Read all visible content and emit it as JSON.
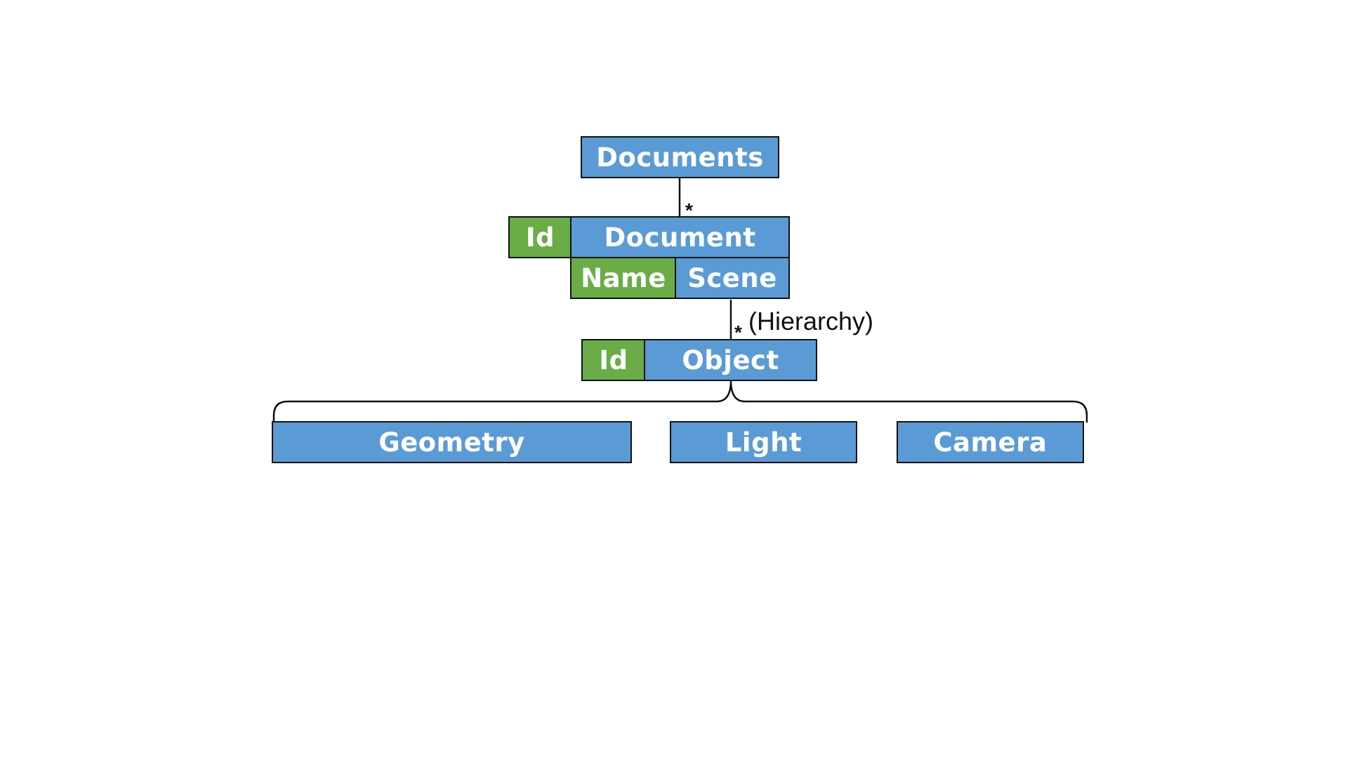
{
  "diagram": {
    "documents": "Documents",
    "document": {
      "id": "Id",
      "title": "Document",
      "name": "Name",
      "scene": "Scene"
    },
    "object": {
      "id": "Id",
      "title": "Object"
    },
    "children": [
      "Geometry",
      "Light",
      "Camera"
    ],
    "multiplicity": "*",
    "relation_label": "(Hierarchy)"
  },
  "colors": {
    "entity": "#5b9bd5",
    "key": "#6aad47"
  }
}
